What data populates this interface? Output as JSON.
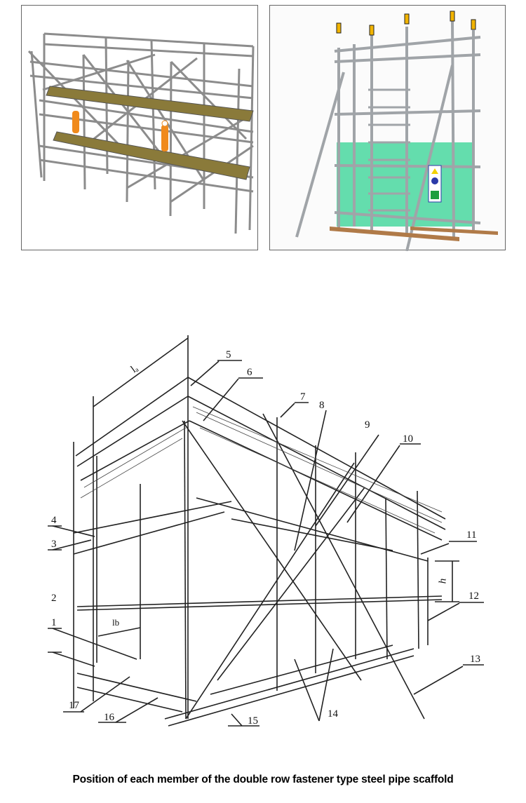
{
  "images": {
    "top_left": {
      "description": "3D render of frame scaffold with two wooden plank decks and two orange workers",
      "plank_color": "#8a7a3a",
      "worker_color": "#f08a1c"
    },
    "top_right": {
      "description": "3D render of cuplock scaffold tower with green safety net, ladder and safety signs",
      "net_color": "#3fd69a",
      "sign_colors": [
        "#f2d200",
        "#2b3aa8",
        "#1e9e3e"
      ]
    }
  },
  "diagram": {
    "labels": [
      "1",
      "2",
      "3",
      "4",
      "5",
      "6",
      "7",
      "8",
      "9",
      "10",
      "11",
      "12",
      "13",
      "14",
      "15",
      "16",
      "17"
    ],
    "dimensions": {
      "la": "lₐ",
      "lb": "lb",
      "h": "h"
    }
  },
  "caption": "Position of each member of the double row fastener type steel pipe scaffold"
}
